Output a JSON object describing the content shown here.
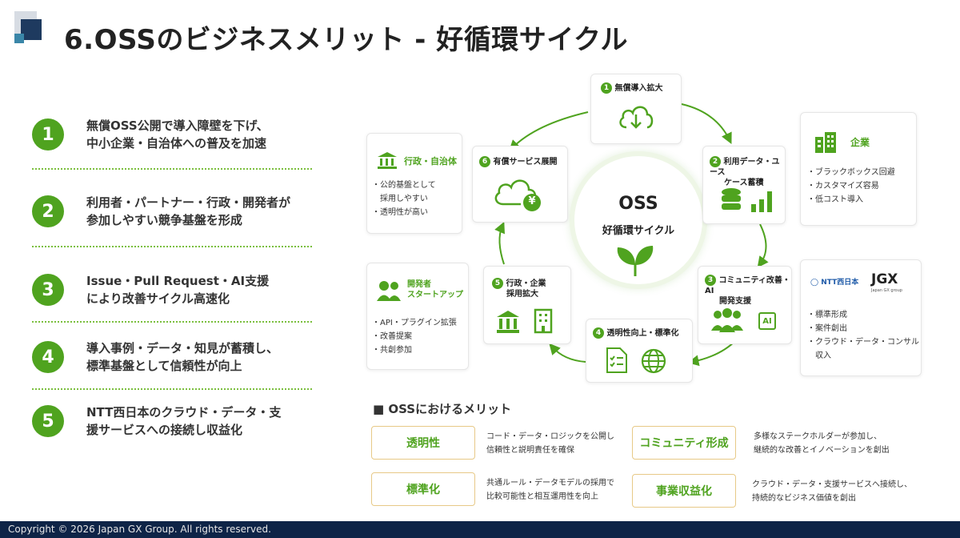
{
  "header": {
    "title": "6.OSSのビジネスメリット - 好循環サイクル"
  },
  "left_list": [
    {
      "num": "1",
      "line1": "無償OSS公開で導入障壁を下げ、",
      "line2": "中小企業・自治体への普及を加速"
    },
    {
      "num": "2",
      "line1": "利用者・パートナー・行政・開発者が",
      "line2": "参加しやすい競争基盤を形成"
    },
    {
      "num": "3",
      "line1": "Issue・Pull Request・AI支援",
      "line2": "により改善サイクル高速化"
    },
    {
      "num": "4",
      "line1": "導入事例・データ・知見が蓄積し、",
      "line2": "標準基盤として信頼性が向上"
    },
    {
      "num": "5",
      "line1": "NTT西日本のクラウド・データ・支",
      "line2": "援サービスへの接続し収益化"
    }
  ],
  "cycle": {
    "center_title": "OSS",
    "center_subtitle": "好循環サイクル",
    "steps": [
      {
        "num": "1",
        "line1": "無償導入拡大",
        "line2": ""
      },
      {
        "num": "2",
        "line1": "利用データ・ユース",
        "line2": "ケース蓄積"
      },
      {
        "num": "3",
        "line1": "コミュニティ改善・AI",
        "line2": "開発支援"
      },
      {
        "num": "4",
        "line1": "透明性向上・標準化",
        "line2": ""
      },
      {
        "num": "5",
        "line1": "行政・企業",
        "line2": "採用拡大"
      },
      {
        "num": "6",
        "line1": "有償サービス展開",
        "line2": ""
      }
    ],
    "ai_chip": "AI",
    "yen": "¥"
  },
  "stakeholders": {
    "gov": {
      "title": "行政・自治体",
      "bullets": [
        "公的基盤として",
        "採用しやすい",
        "透明性が高い"
      ]
    },
    "dev": {
      "title_line1": "開発者",
      "title_line2": "スタートアップ",
      "bullets": [
        "API・プラグイン拡張",
        "改善提案",
        "共創参加"
      ]
    },
    "corp": {
      "title": "企業",
      "bullets": [
        "ブラックボックス回避",
        "カスタマイズ容易",
        "低コスト導入"
      ]
    },
    "ntt": {
      "logo_text": "NTT西日本",
      "jgx": "JGX",
      "jgx_sub": "Japan GX group",
      "bullets": [
        "標準形成",
        "案件創出",
        "クラウド・データ・コンサル",
        "収入"
      ]
    }
  },
  "merits": {
    "heading": "■ OSSにおけるメリット",
    "items": [
      {
        "label": "透明性",
        "desc1": "コード・データ・ロジックを公開し",
        "desc2": "信頼性と説明責任を確保"
      },
      {
        "label": "コミュニティ形成",
        "desc1": "多様なステークホルダーが参加し、",
        "desc2": "継続的な改善とイノベーションを創出"
      },
      {
        "label": "標準化",
        "desc1": "共通ルール・データモデルの採用で",
        "desc2": "比較可能性と相互運用性を向上"
      },
      {
        "label": "事業収益化",
        "desc1": "クラウド・データ・支援サービスへ接続し、",
        "desc2": "持続的なビジネス価値を創出"
      }
    ]
  },
  "footer": {
    "copyright": "Copyright © 2026 Japan GX Group. All rights reserved."
  },
  "colors": {
    "accent": "#4fa31f",
    "navy": "#0e2447",
    "gold_border": "#e7c987"
  }
}
